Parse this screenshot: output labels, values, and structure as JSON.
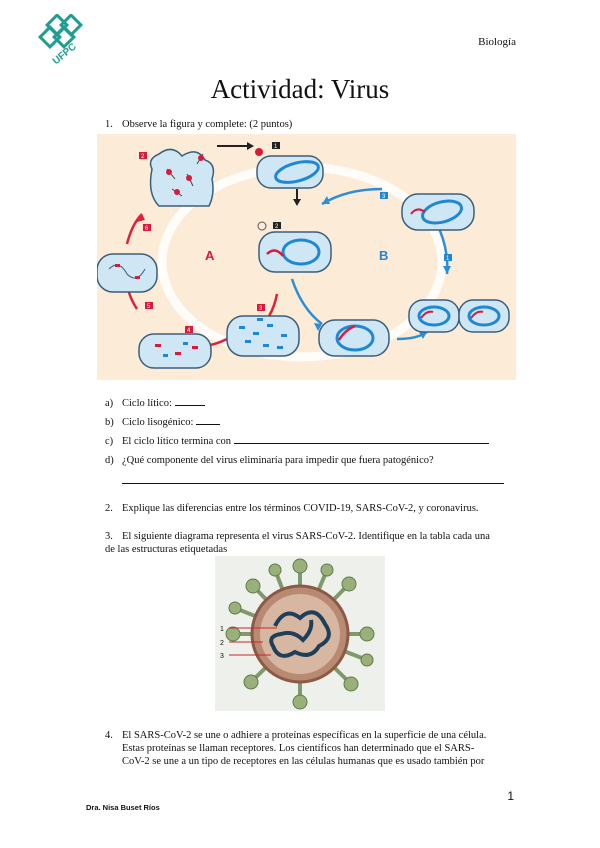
{
  "header": {
    "logo_text": "UFPC",
    "subject": "Biología",
    "title": "Actividad: Virus"
  },
  "q1": {
    "number": "1.",
    "text": "Observe la figura y complete: (2 puntos)",
    "figure": {
      "label_a": "A",
      "label_b": "B",
      "step_badges": [
        "1",
        "2",
        "3",
        "4",
        "5",
        "6",
        "2",
        "1",
        "3"
      ]
    },
    "items": [
      {
        "letter": "a)",
        "text": "Ciclo lítico:"
      },
      {
        "letter": "b)",
        "text": "Ciclo lisogénico:"
      },
      {
        "letter": "c)",
        "text": "El ciclo lítico termina con"
      },
      {
        "letter": "d)",
        "text": "¿Qué componente del virus eliminaría para impedir que fuera patogénico?"
      }
    ]
  },
  "q2": {
    "number": "2.",
    "text": "Explique las diferencias entre los términos COVID-19, SARS-CoV-2, y coronavirus."
  },
  "q3": {
    "number": "3.",
    "line1": "El siguiente diagrama representa el virus SARS-CoV-2. Identifique en la tabla cada una",
    "line2": "de las estructuras etiquetadas",
    "labels": [
      "1",
      "2",
      "3"
    ]
  },
  "q4": {
    "number": "4.",
    "line1": "El SARS-CoV-2 se une o adhiere a proteínas específicas en la superficie de una célula.",
    "line2": "Estas proteínas se llaman receptores. Los científicos han determinado que el SARS-",
    "line3": "CoV-2 se une a un tipo de receptores en las células humanas que es usado también por"
  },
  "footer": {
    "page": "1",
    "author": "Dra. Nisa Buset Ríos"
  },
  "colors": {
    "logo": "#1f9e8f",
    "figure_bg": "#fcebd6",
    "cell_fill": "#cfe6f5",
    "cell_stroke": "#3a5f7a",
    "dna_blue": "#1e88d4",
    "dna_red": "#d81b3c",
    "arrow_red": "#e0203c",
    "arrow_blue": "#2a8fd6"
  }
}
